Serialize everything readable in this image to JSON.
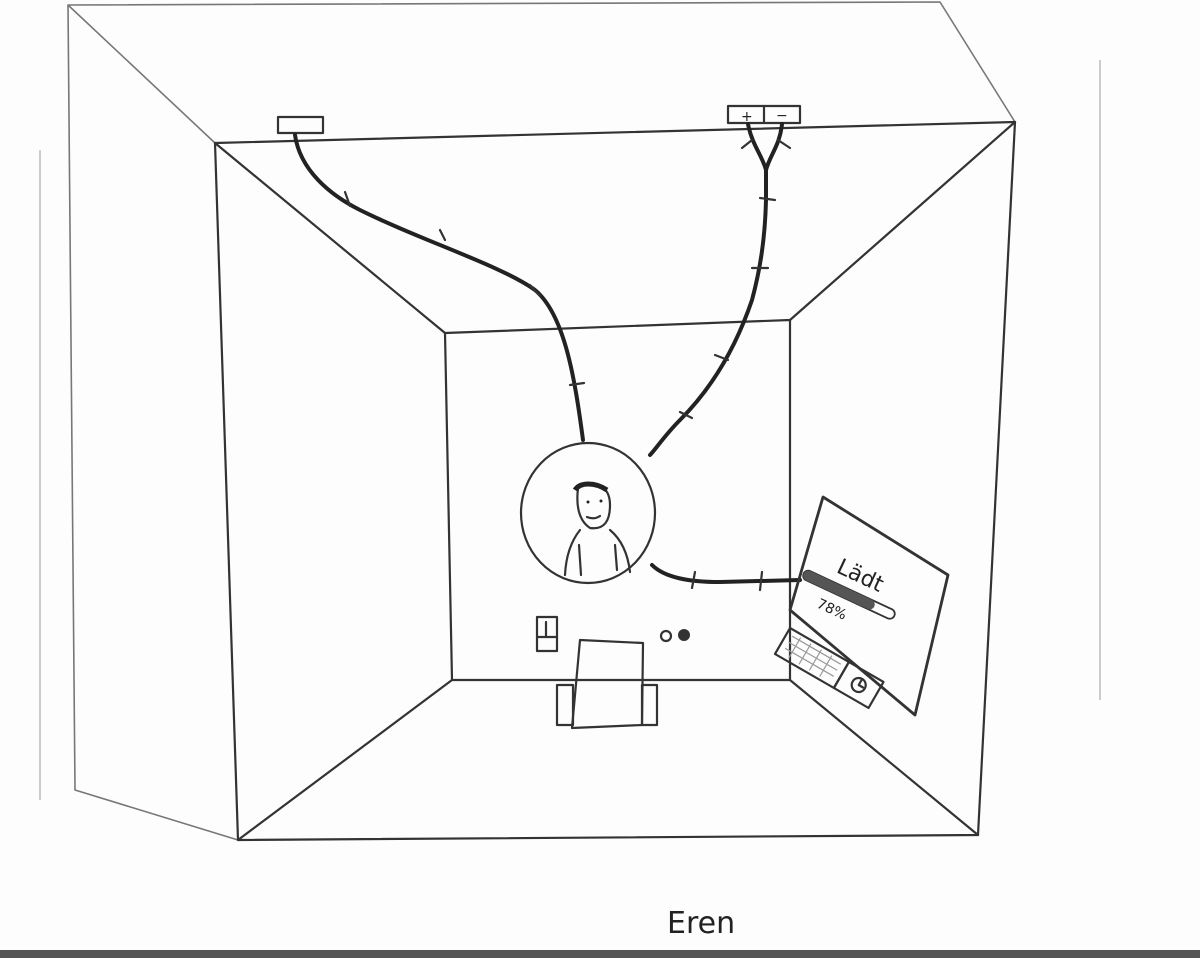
{
  "drawing": {
    "terminal_plus": "+",
    "terminal_minus": "−",
    "screen": {
      "status_label": "Lädt",
      "progress_text": "78%",
      "progress_value": 0.78
    },
    "signature": "Eren"
  },
  "colors": {
    "pencil": "#333333",
    "paper": "#fdfdfd"
  }
}
